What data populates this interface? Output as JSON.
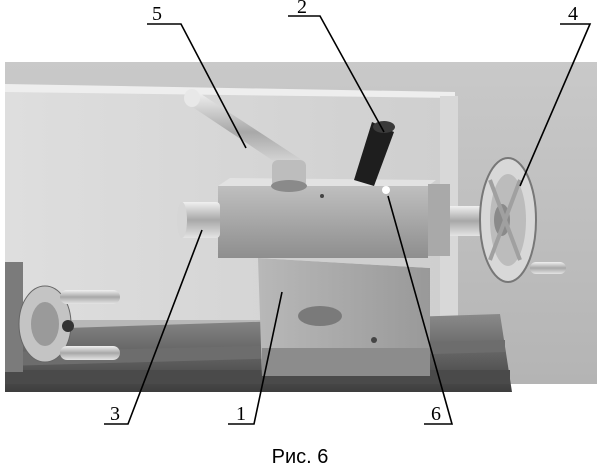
{
  "figure": {
    "caption": "Рис. 6",
    "callouts": [
      {
        "id": "1",
        "label": "1"
      },
      {
        "id": "2",
        "label": "2"
      },
      {
        "id": "3",
        "label": "3"
      },
      {
        "id": "4",
        "label": "4"
      },
      {
        "id": "5",
        "label": "5"
      },
      {
        "id": "6",
        "label": "6"
      }
    ]
  }
}
